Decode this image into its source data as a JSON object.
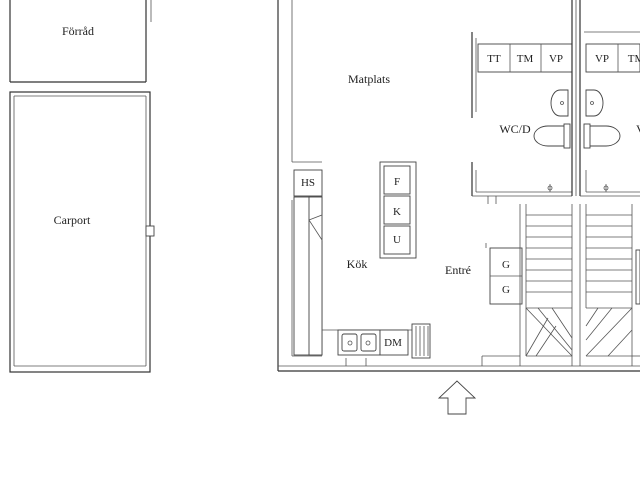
{
  "rooms": {
    "forrad": "Förråd",
    "carport": "Carport",
    "matplats": "Matplats",
    "kok": "Kök",
    "entre": "Entré",
    "wc": "WC/D",
    "wc_right_partial": "V"
  },
  "fixtures": {
    "hs": "HS",
    "f": "F",
    "k": "K",
    "u": "U",
    "dm": "DM",
    "g1": "G",
    "g2": "G",
    "tt": "TT",
    "tm": "TM",
    "vp": "VP",
    "vp2": "VP",
    "tm2": "TM"
  }
}
